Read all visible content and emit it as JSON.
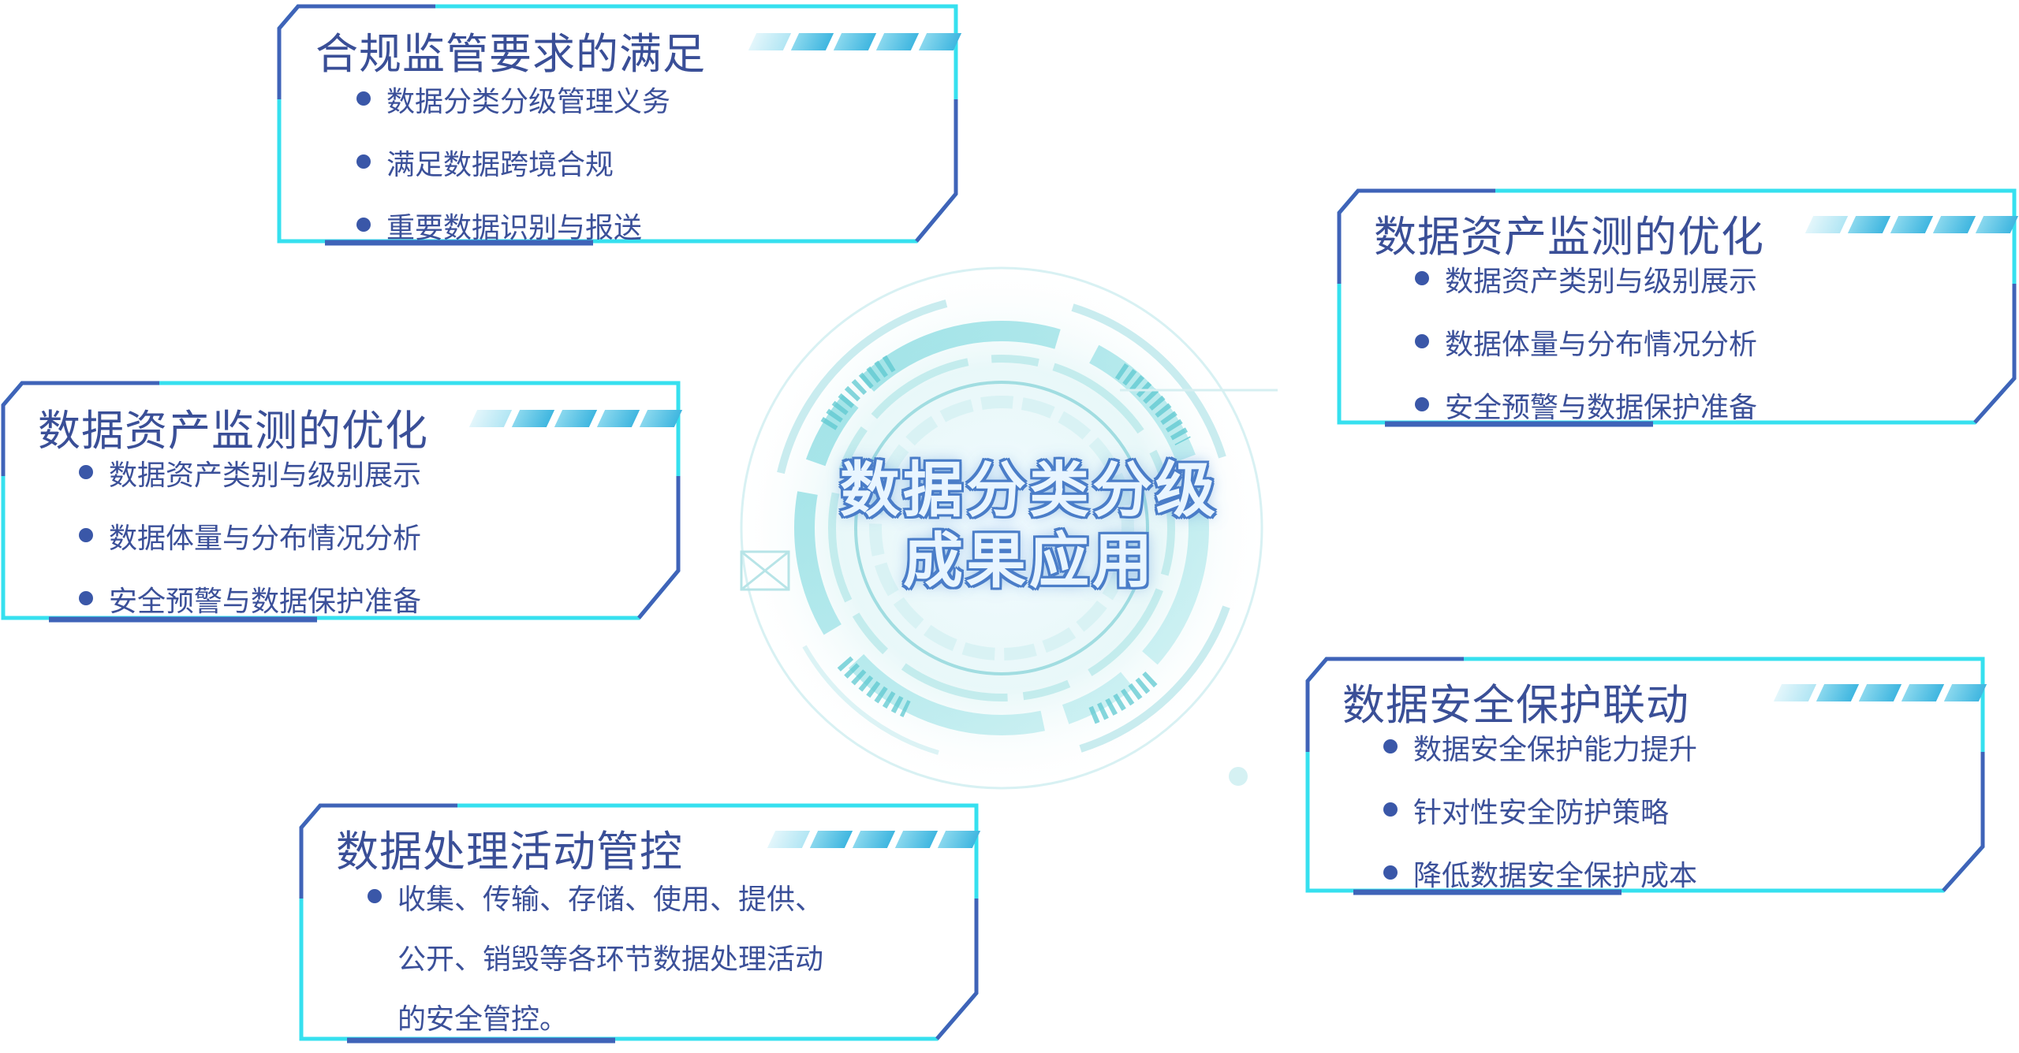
{
  "center": {
    "title_line1": "数据分类分级",
    "title_line2": "成果应用"
  },
  "cards": {
    "compliance": {
      "title": "合规监管要求的满足",
      "items": [
        "数据分类分级管理义务",
        "满足数据跨境合规",
        "重要数据识别与报送"
      ]
    },
    "monitoring_right": {
      "title": "数据资产监测的优化",
      "items": [
        "数据资产类别与级别展示",
        "数据体量与分布情况分析",
        "安全预警与数据保护准备"
      ]
    },
    "monitoring_left": {
      "title": "数据资产监测的优化",
      "items": [
        "数据资产类别与级别展示",
        "数据体量与分布情况分析",
        "安全预警与数据保护准备"
      ]
    },
    "security": {
      "title": "数据安全保护联动",
      "items": [
        "数据安全保护能力提升",
        "针对性安全防护策略",
        "降低数据安全保护成本"
      ]
    },
    "processing": {
      "title": "数据处理活动管控",
      "lines": [
        "收集、传输、存储、使用、提供、",
        "公开、销毁等各环节数据处理活动",
        "的安全管控。"
      ]
    }
  },
  "colors": {
    "frame_cyan": "#36e0ef",
    "frame_blue": "#3f63b8",
    "title_text": "#3a4f97",
    "ring_teal": "#9fe3e6"
  }
}
